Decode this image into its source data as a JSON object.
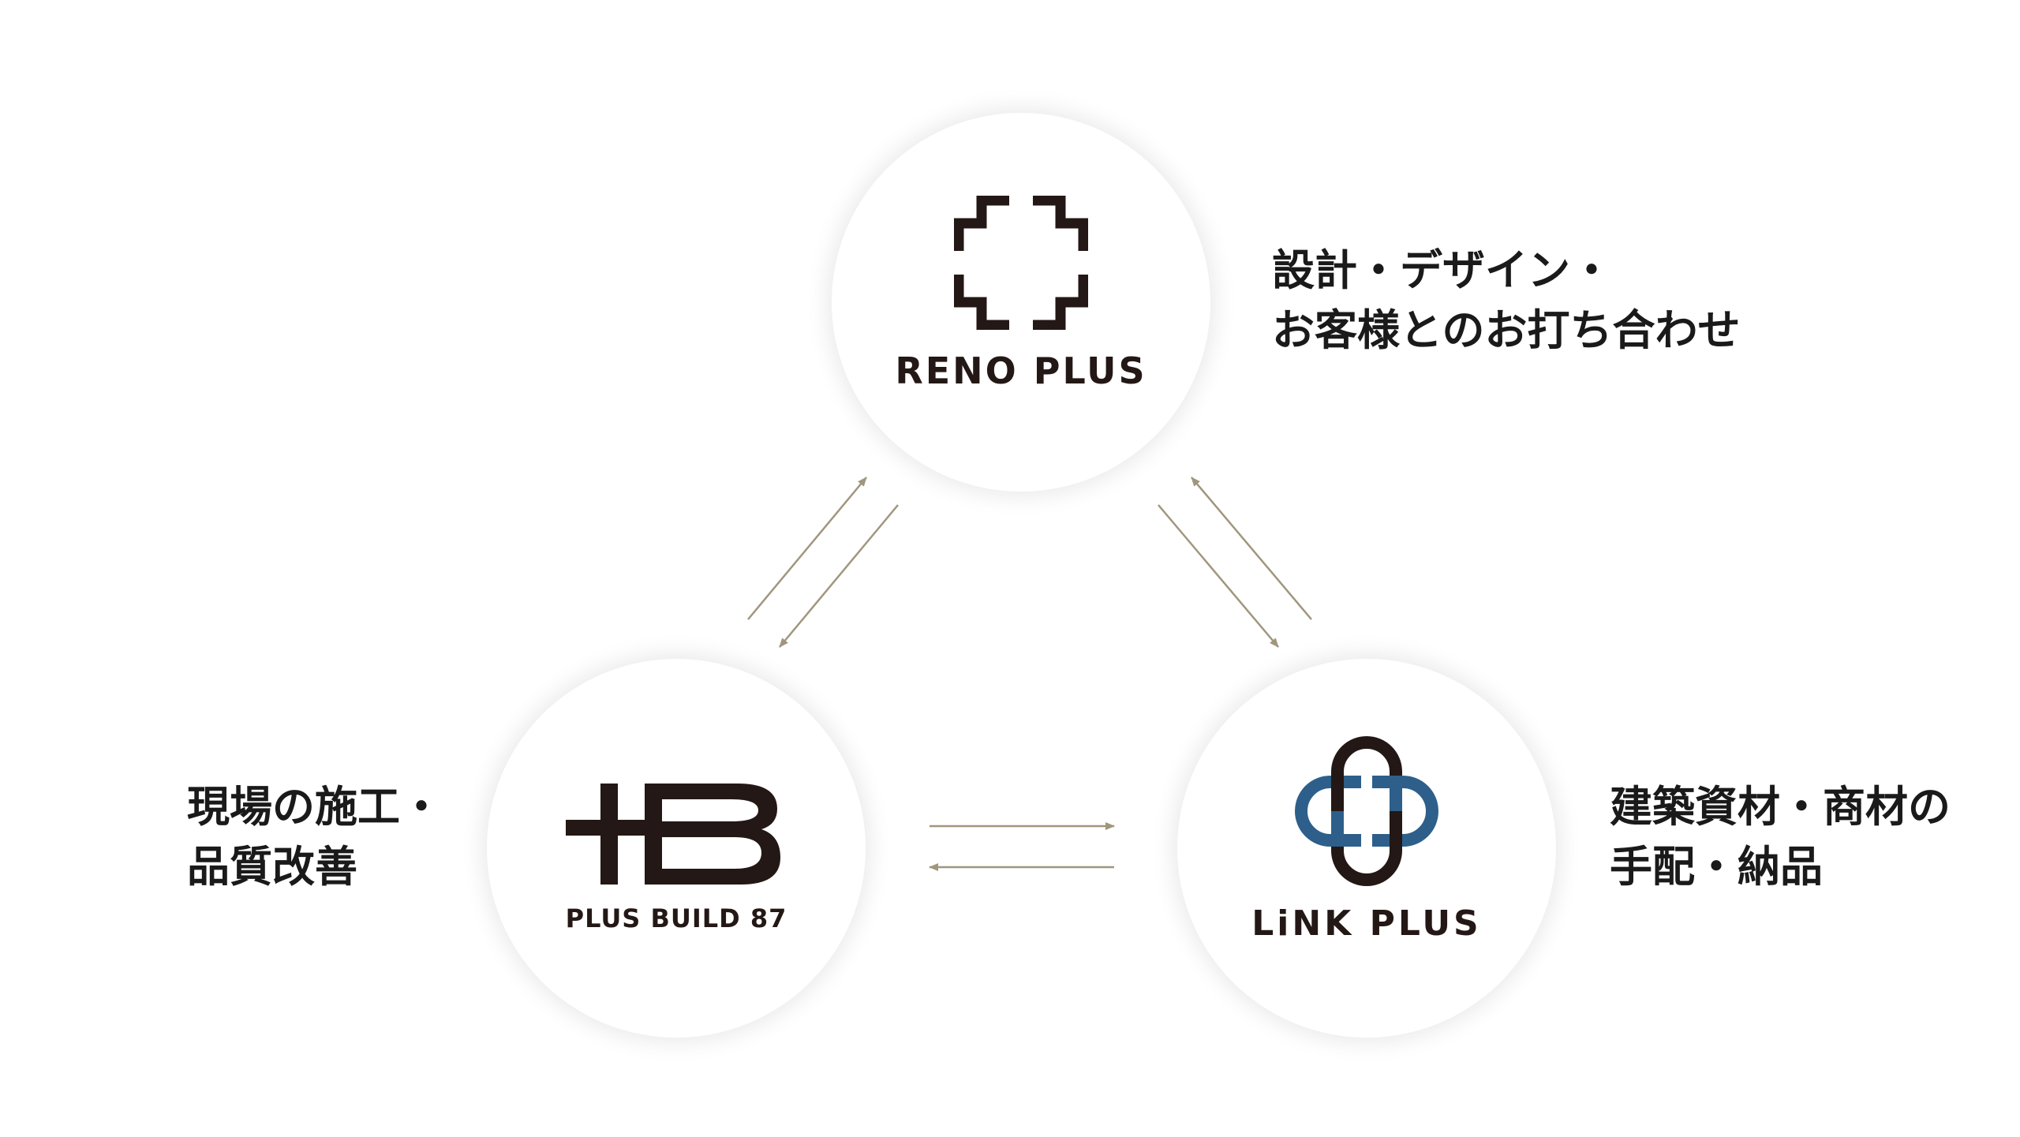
{
  "nodes": {
    "reno": {
      "name": "RENO PLUS",
      "description": [
        "設計・デザイン・",
        "お客様とのお打ち合わせ"
      ]
    },
    "build": {
      "name": "PLUS BUILD 87",
      "description": [
        "現場の施工・",
        "品質改善"
      ]
    },
    "link": {
      "name": "LiNK PLUS",
      "description": [
        "建築資材・商材の",
        "手配・納品"
      ]
    }
  },
  "colors": {
    "arrow": "#a0967e",
    "logo_dark": "#231815",
    "logo_blue": "#2d5f8a",
    "text": "#1a1a1a"
  },
  "icons": {
    "reno": "cross-bracket-logo",
    "build": "hb-monogram-logo",
    "link": "interlocked-chain-cross-logo"
  }
}
